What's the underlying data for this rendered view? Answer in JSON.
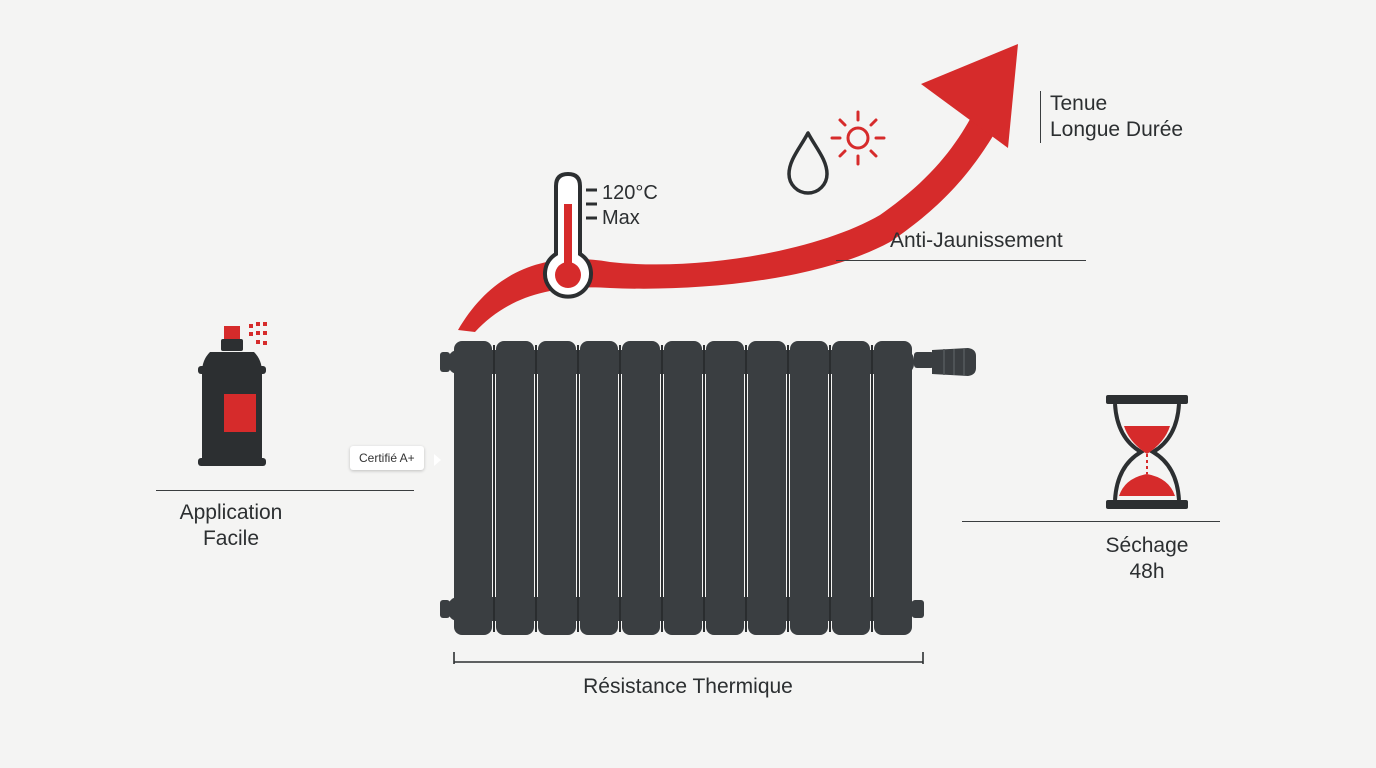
{
  "labels": {
    "tenue_line1": "Tenue",
    "tenue_line2": "Longue Durée",
    "temp_value": "120°C",
    "temp_max": "Max",
    "anti_jaunissement": "Anti-Jaunissement",
    "application_line1": "Application",
    "application_line2": "Facile",
    "certifie": "Certifié A+",
    "sechage_line1": "Séchage",
    "sechage_line2": "48h",
    "resistance": "Résistance Thermique"
  },
  "colors": {
    "accent_red": "#d62b2b",
    "radiator": "#3a3e41",
    "background": "#f4f4f3",
    "text": "#2c2f31"
  },
  "icons": [
    "spray-can-icon",
    "thermometer-icon",
    "water-drop-icon",
    "sun-icon",
    "hourglass-icon",
    "trend-arrow"
  ]
}
